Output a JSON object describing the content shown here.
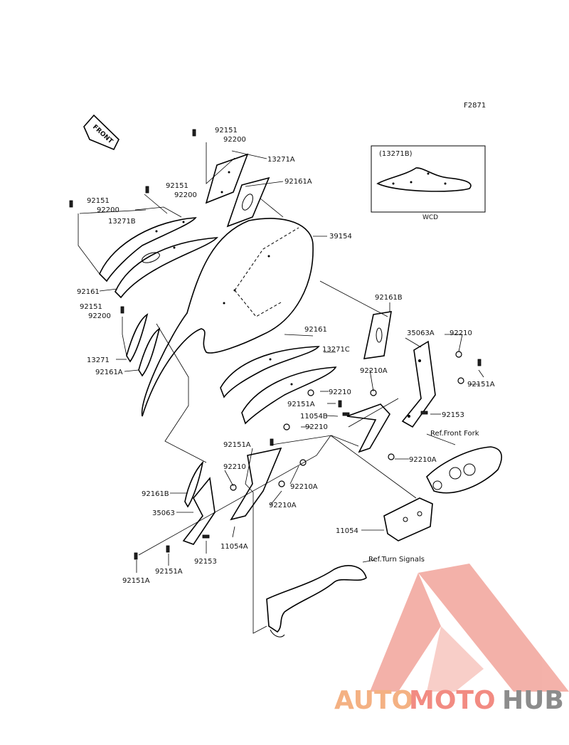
{
  "figure_code": "F2871",
  "front_arrow_label": "FRONT",
  "inset": {
    "title": "(13271B)",
    "caption": "WCD"
  },
  "references": {
    "front_fork": "Ref.Front Fork",
    "turn_signals": "Ref.Turn Signals"
  },
  "part_labels": [
    "92151",
    "92200",
    "13271A",
    "92161A",
    "92151",
    "92200",
    "92151",
    "92200",
    "13271B",
    "39154",
    "92161",
    "92151",
    "92200",
    "92161B",
    "13271",
    "92161A",
    "92161",
    "13271C",
    "35063A",
    "92210",
    "92210A",
    "92210",
    "92151A",
    "92151A",
    "11054B",
    "92153",
    "92210",
    "92151A",
    "92210A",
    "92210",
    "92161B",
    "35063",
    "92210A",
    "92210A",
    "11054",
    "11054A",
    "92153",
    "92151A",
    "92151A"
  ],
  "watermark": {
    "part1": "AUTO",
    "part2": "MOTO",
    "part3": "HUB",
    "color1": "#f4b183",
    "color2": "#f28b82",
    "color3": "#8c8c8c"
  }
}
